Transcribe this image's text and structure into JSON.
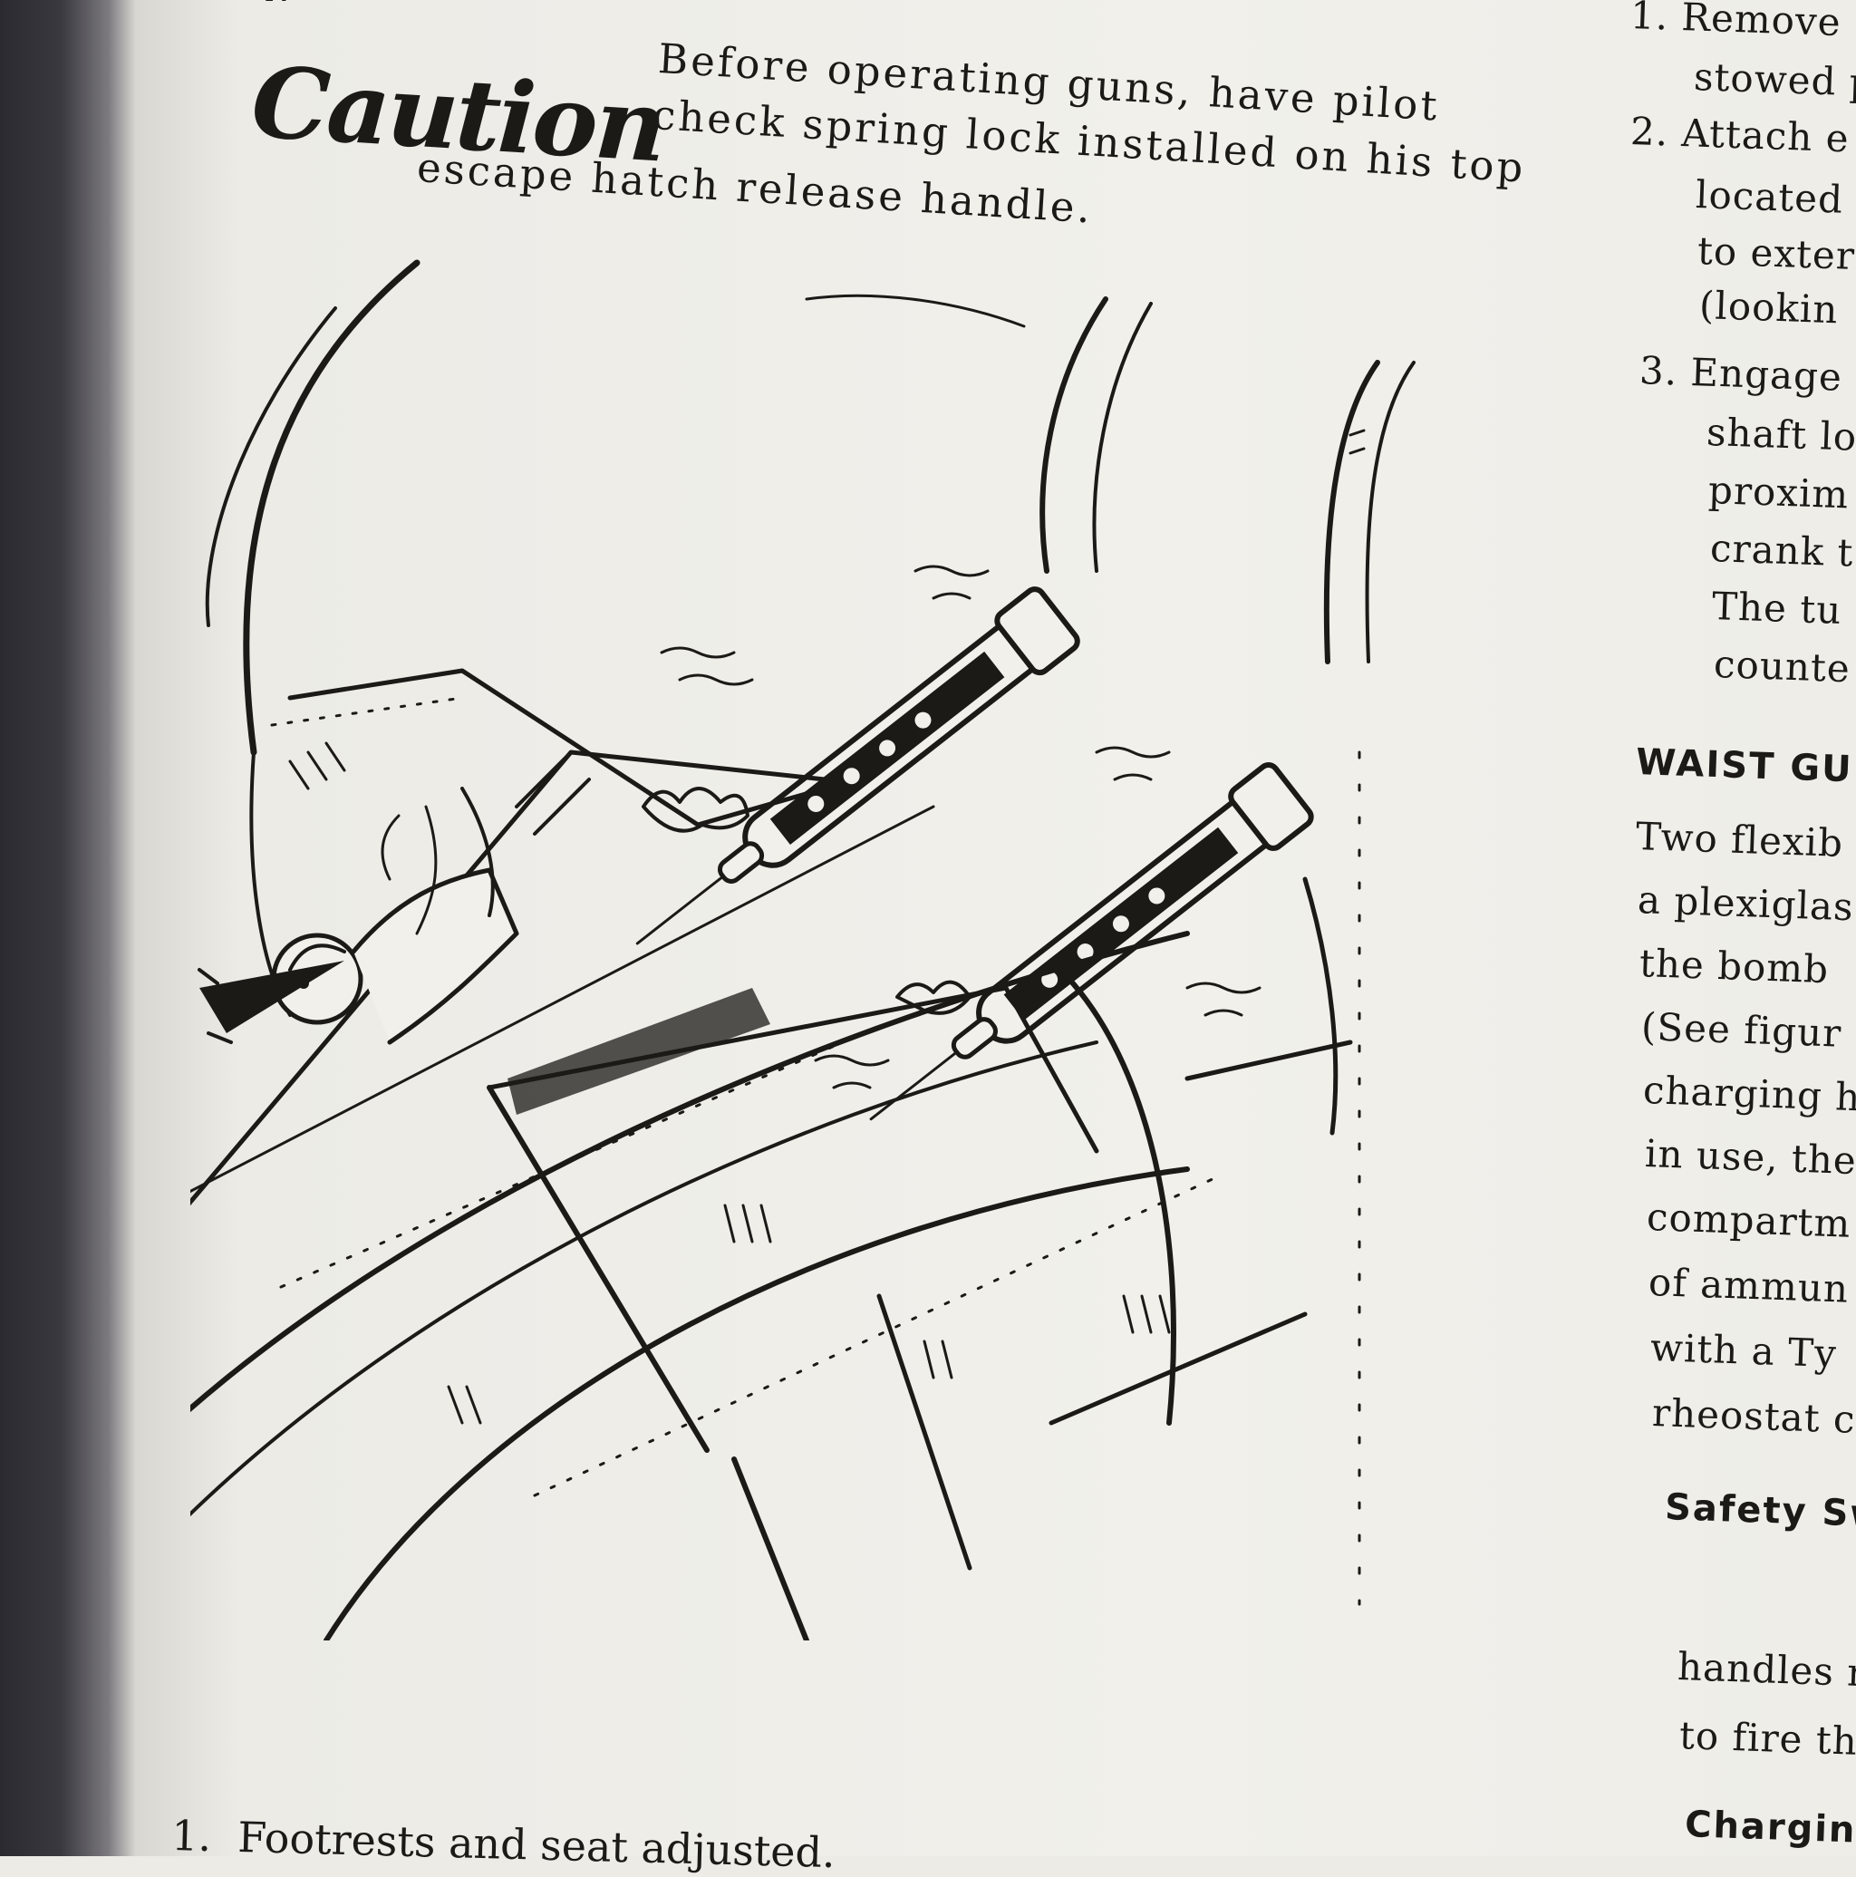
{
  "header": {
    "cut_text": "N"
  },
  "caution": {
    "word": "Caution",
    "line1": "Before operating guns, have pilot",
    "line2": "check spring lock installed on his top",
    "line3": "escape hatch release handle."
  },
  "illustration": {
    "subject": "gunner-firing-twin-guns"
  },
  "step1": {
    "number": "1.",
    "text": "Footrests and seat adjusted."
  },
  "right_column": {
    "lines": [
      "1. Remove",
      "stowed p",
      "2. Attach e",
      "located",
      "to exter",
      "(lookin",
      "3. Engage",
      "shaft lo",
      "proxim",
      "crank t",
      "The tu",
      "counte"
    ],
    "heading": "WAIST GU",
    "para": [
      "Two flexib",
      "a plexiglas",
      "the bomb",
      "(See figur",
      "charging h",
      "in use, the",
      "compartm",
      "of ammun",
      "with a Ty",
      "rheostat c"
    ],
    "subheading": "Safety Sw",
    "after": [
      "handles r",
      "to fire th"
    ],
    "bottom_cut": "Charging"
  }
}
